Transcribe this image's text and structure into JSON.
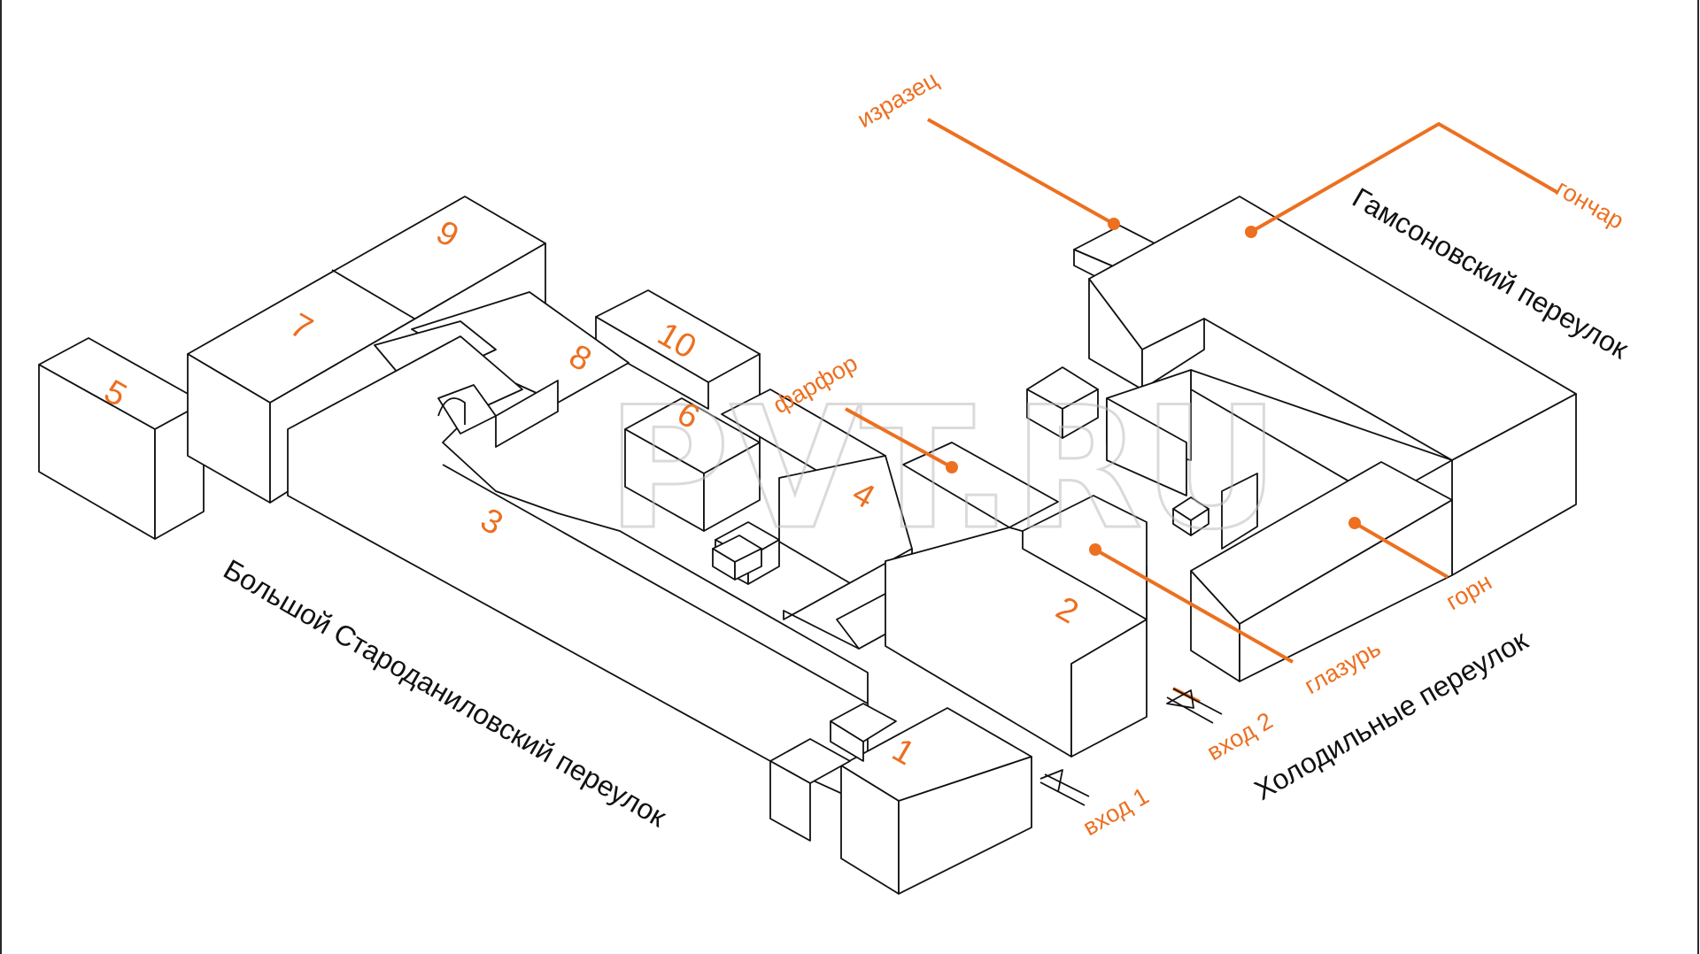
{
  "colors": {
    "accent": "#ec7020",
    "line": "#111111",
    "background": "#ffffff",
    "watermark": "#bdbdbd"
  },
  "watermark": "PVT.RU",
  "buildings": {
    "b1": "1",
    "b2": "2",
    "b3": "3",
    "b4": "4",
    "b5": "5",
    "b6": "6",
    "b7": "7",
    "b8": "8",
    "b9": "9",
    "b10": "10"
  },
  "labels": {
    "izrazets": "изразец",
    "gonchar": "гончар",
    "farfor": "фарфор",
    "glazur": "глазурь",
    "gorn": "горн"
  },
  "entrances": {
    "entrance1": "вход 1",
    "entrance2": "вход 2"
  },
  "streets": {
    "bolshoy": "Большой Староданиловский переулок",
    "gamsonovsky": "Гамсоновский переулок",
    "kholodilny": "Холодильные переулок"
  }
}
